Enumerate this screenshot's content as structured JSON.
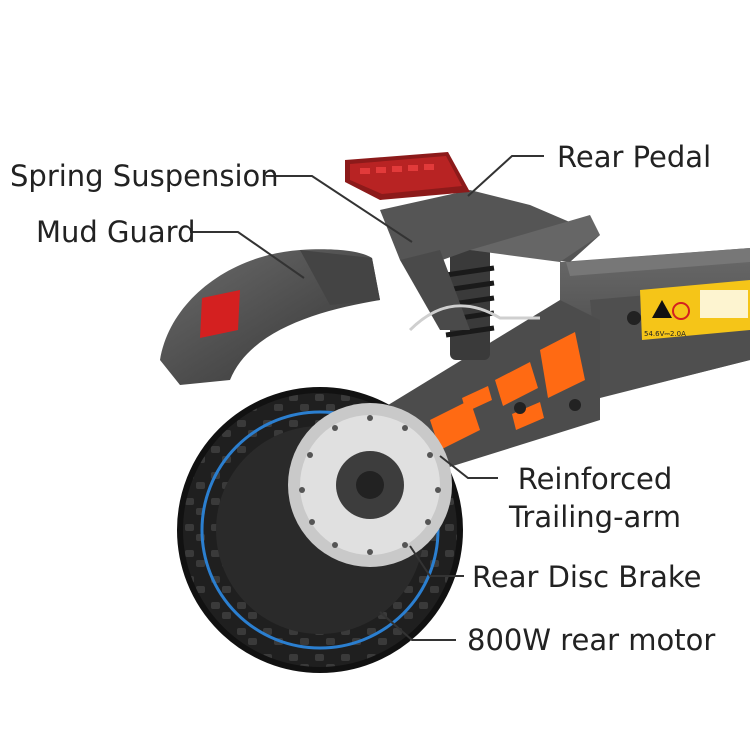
{
  "labels": {
    "rear_pedal": "Rear Pedal",
    "spring_suspension": "Spring Suspension",
    "mud_guard": "Mud Guard",
    "reinforced_line1": "Reinforced",
    "reinforced_line2": "Trailing-arm",
    "rear_disc_brake": "Rear Disc Brake",
    "rear_motor": "800W rear motor"
  },
  "warning_sticker": {
    "text": "54.6V⎓2.0A"
  },
  "colors": {
    "tire": "#1c1c1c",
    "tire_accent": "#2b7fd0",
    "frame": "#4a4a4a",
    "deck": "#5a5a5a",
    "accent_orange": "#ff6a13",
    "reflector_red": "#d42020",
    "sticker_yellow": "#f5c518",
    "leader_line": "#333333"
  }
}
